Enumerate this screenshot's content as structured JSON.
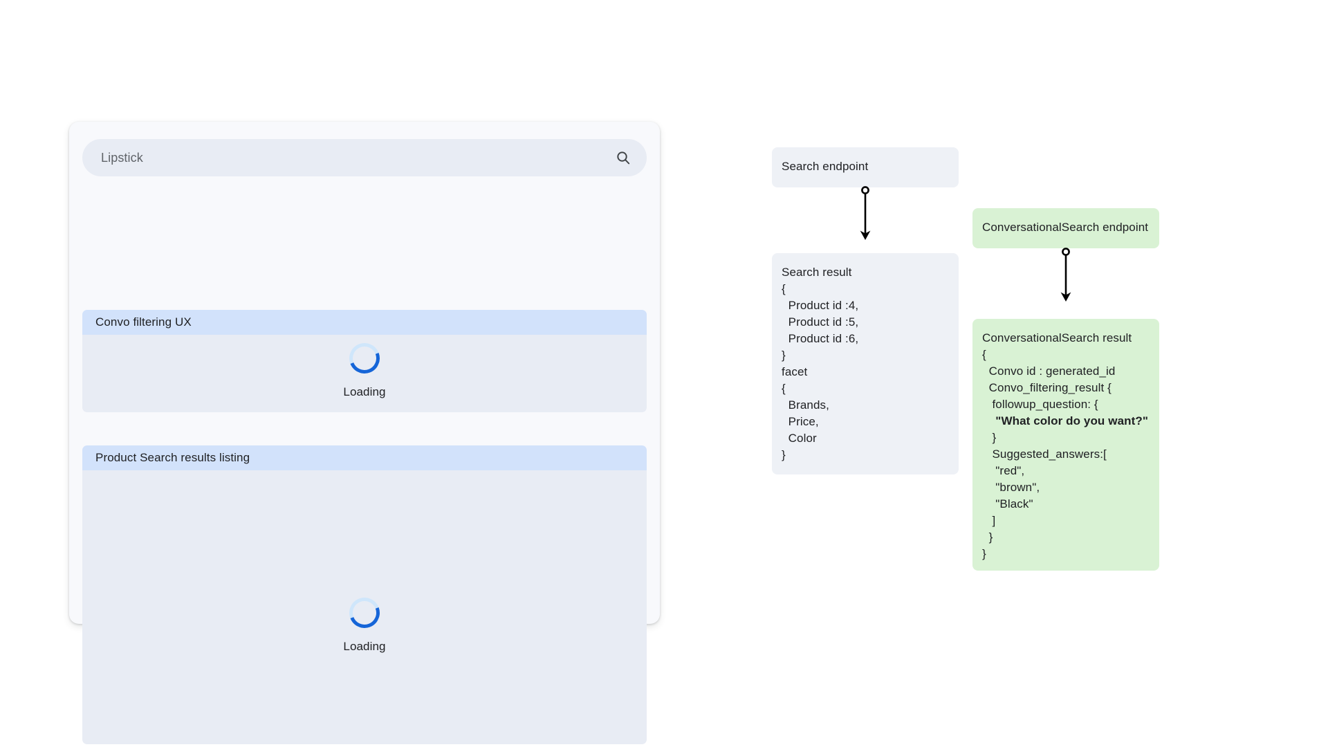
{
  "mockup": {
    "search": {
      "value": "Lipstick",
      "placeholder": "Lipstick",
      "icon": "search-icon"
    },
    "panels": [
      {
        "id": "convo",
        "header": "Convo filtering UX",
        "loading_label": "Loading",
        "spinner_icon": "spinner-icon"
      },
      {
        "id": "results",
        "header": "Product Search results listing",
        "loading_label": "Loading",
        "spinner_icon": "spinner-icon"
      }
    ]
  },
  "diagram": {
    "search_endpoint": {
      "title": "Search endpoint"
    },
    "search_result": {
      "title": "Search result",
      "lines": [
        "{",
        "  Product id :4,",
        "  Product id :5,",
        "  Product id :6,",
        "}",
        "facet",
        "{",
        "  Brands,",
        "  Price,",
        "  Color",
        "}"
      ]
    },
    "cs_endpoint": {
      "title": "ConversationalSearch endpoint"
    },
    "cs_result": {
      "title": "ConversationalSearch result",
      "lines": [
        {
          "text": "{",
          "bold": false
        },
        {
          "text": "  Convo id : generated_id",
          "bold": false
        },
        {
          "text": "  Convo_filtering_result {",
          "bold": false
        },
        {
          "text": "   followup_question: {",
          "bold": false
        },
        {
          "text": "    \"What color do you want?\"",
          "bold": true
        },
        {
          "text": "   }",
          "bold": false
        },
        {
          "text": "   Suggested_answers:[",
          "bold": false
        },
        {
          "text": "    \"red\",",
          "bold": false
        },
        {
          "text": "    \"brown\",",
          "bold": false
        },
        {
          "text": "    \"Black\"",
          "bold": false
        },
        {
          "text": "   ]",
          "bold": false
        },
        {
          "text": "  }",
          "bold": false
        },
        {
          "text": "}",
          "bold": false
        }
      ]
    },
    "connectors": [
      {
        "id": "search-to-result",
        "from": "search_endpoint",
        "to": "search_result",
        "marker_start": "circle",
        "marker_end": "arrow"
      },
      {
        "id": "cs-to-result",
        "from": "cs_endpoint",
        "to": "cs_result",
        "marker_start": "circle",
        "marker_end": "arrow"
      }
    ]
  },
  "colors": {
    "page_background": "#ffffff",
    "card_background": "#f8f9fc",
    "panel_header": "#d2e2fb",
    "panel_body": "#e8ecf4",
    "search_field": "#e8ecf4",
    "node_gray": "#eef1f6",
    "node_green": "#d9f2d4",
    "spinner_track": "#cfe6fb",
    "spinner_arc": "#1565d8",
    "text_primary": "#202124",
    "text_muted": "#5f6368",
    "connector": "#000000"
  }
}
